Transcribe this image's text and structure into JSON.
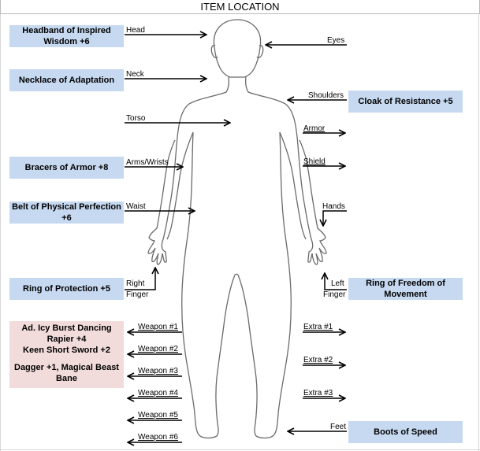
{
  "title": "ITEM LOCATION",
  "items": {
    "headband": "Headband of Inspired Wisdom +6",
    "necklace": "Necklace of Adaptation",
    "bracers": "Bracers of Armor +8",
    "belt": "Belt of Physical Perfection +6",
    "ring_right": "Ring of Protection +5",
    "cloak": "Cloak of Resistance +5",
    "ring_left": "Ring of Freedom of Movement",
    "boots": "Boots of Speed",
    "weapons": [
      "Ad. Icy Burst Dancing Rapier +4",
      "Keen Short Sword +2",
      "Dagger +1, Magical Beast Bane"
    ]
  },
  "slots": {
    "head": "Head",
    "neck": "Neck",
    "torso": "Torso",
    "arms": "Arms/Wrists",
    "waist": "Waist",
    "right": "Right",
    "finger_r": "Finger",
    "eyes": "Eyes",
    "shoulders": "Shoulders",
    "armor": "Armor",
    "shield": "Shield",
    "hands": "Hands",
    "left": "Left",
    "finger_l": "Finger",
    "weapon1": "Weapon #1",
    "weapon2": "Weapon #2",
    "weapon3": "Weapon #3",
    "weapon4": "Weapon #4",
    "weapon5": "Weapon #5",
    "weapon6": "Weapon #6",
    "extra1": "Extra #1",
    "extra2": "Extra #2",
    "extra3": "Extra #3",
    "feet": "Feet"
  },
  "colors": {
    "item_box": "#c6d9f0",
    "weapon_box": "#f2dcdb"
  }
}
